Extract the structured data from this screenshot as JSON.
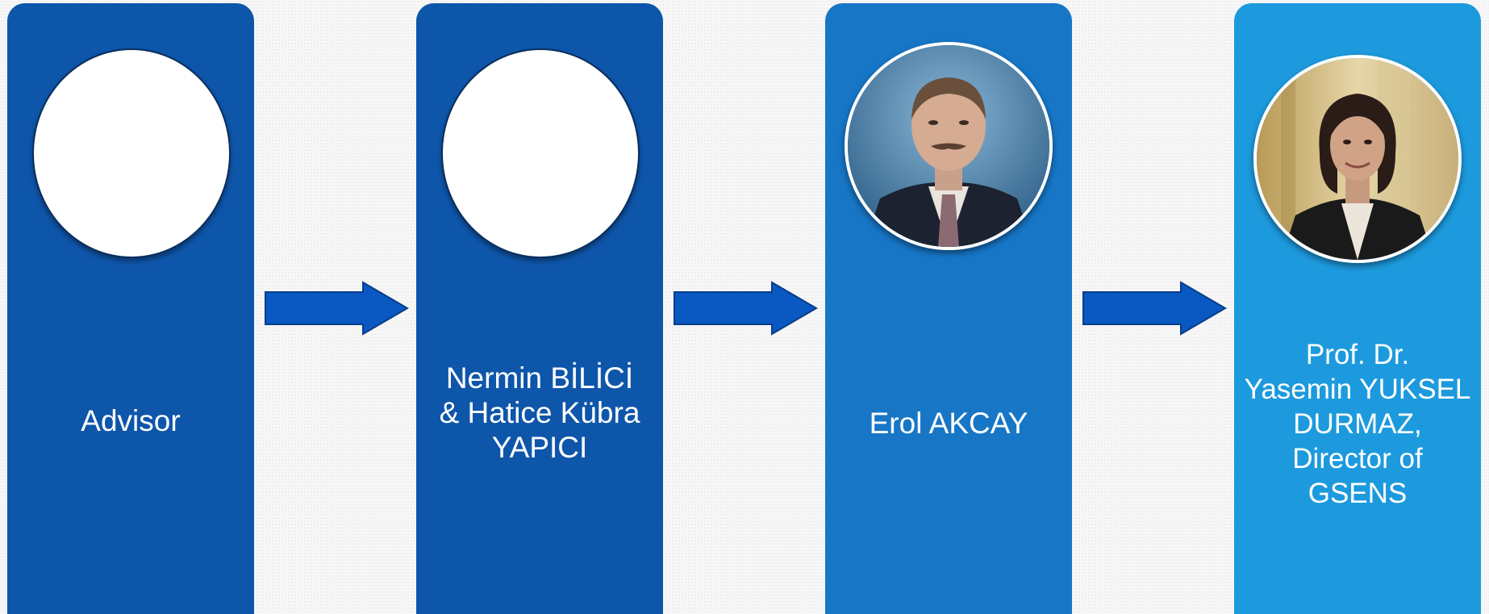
{
  "cards": [
    {
      "caption_lines": [
        "Advisor"
      ],
      "avatar": "blank"
    },
    {
      "caption_lines": [
        "Nermin BİLİCİ",
        "& Hatice Kübra",
        "YAPICI"
      ],
      "avatar": "blank"
    },
    {
      "caption_lines": [
        "Erol AKCAY"
      ],
      "avatar": "photo"
    },
    {
      "caption_lines": [
        "Prof. Dr.",
        "Yasemin YUKSEL",
        "DURMAZ,",
        "Director of",
        "GSENS"
      ],
      "avatar": "photo"
    }
  ],
  "colors": {
    "card_1": "#0e56aa",
    "card_2": "#0e56aa",
    "card_3": "#1776c6",
    "card_4": "#1d9ade",
    "arrow": "#0a58c2"
  }
}
